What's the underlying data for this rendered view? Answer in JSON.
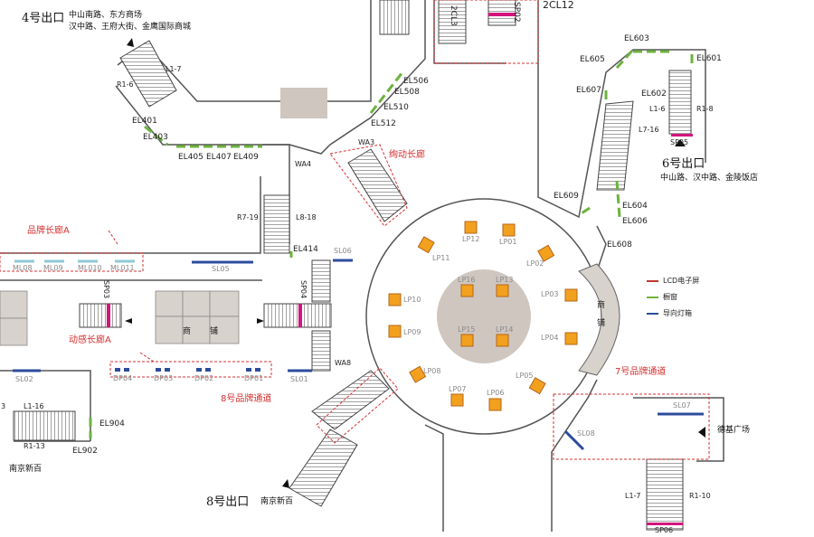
{
  "exits": {
    "exit4": {
      "name": "4号出口",
      "dest_line1": "中山南路、东方商场",
      "dest_line2": "汉中路、王府大街、金鹰国际商城"
    },
    "exit6": {
      "name": "6号出口",
      "dest": "中山路、汉中路、金陵饭店"
    },
    "exit8": {
      "name": "8号出口",
      "dest": "南京新百"
    }
  },
  "places": {
    "nanjing_xinbai_left": "南京新百",
    "deji_plaza": "德基广场",
    "top_2cl12": "2CL12",
    "top_sp02": "SP02",
    "top_cl3": "2CL3"
  },
  "corridors": {
    "brand_a": "品牌长廊A",
    "dynamic_a": "动感长廊A",
    "colorful": "绚动长廊",
    "brand_8": "8号品牌通道",
    "brand_7": "7号品牌通道"
  },
  "shop_chars": [
    "商",
    "铺"
  ],
  "east_shop_chars": [
    "商",
    "铺"
  ],
  "legend": [
    {
      "label": "LCD电子屏",
      "color": "#c0392b"
    },
    {
      "label": "橱窗",
      "color": "#6db33f"
    },
    {
      "label": "导向灯箱",
      "color": "#2c4c9c"
    }
  ],
  "elevator_labels": {
    "el401": "EL401",
    "el403": "EL403",
    "el405": "EL405",
    "el407": "EL407",
    "el409": "EL409",
    "el506": "EL506",
    "el508": "EL508",
    "el510": "EL510",
    "el512": "EL512",
    "el414": "EL414",
    "el601": "EL601",
    "el603": "EL603",
    "el605": "EL605",
    "el607": "EL607",
    "el602": "EL602",
    "el609": "EL609",
    "el604": "EL604",
    "el606": "EL606",
    "el608": "EL608",
    "el904": "EL904",
    "el902": "EL902"
  },
  "stair_labels": {
    "r1_6": "R1-6",
    "l1_7_top": "L1-7",
    "r7_19": "R7-19",
    "l8_18": "L8-18",
    "l1_6": "L1-6",
    "r1_8": "R1-8",
    "l7_16": "L7-16",
    "sp05": "SP05",
    "l1_16": "L1-16",
    "r1_13": "R1-13",
    "l1_7_bottom": "L1-7",
    "r1_10": "R1-10",
    "sp06": "SP06",
    "sp03": "SP03",
    "sp04": "SP04",
    "wa3": "WA3",
    "wa4": "WA4",
    "wa8": "WA8",
    "num3": "3"
  },
  "signs": {
    "sl01": "SL01",
    "sl02": "SL02",
    "sl05": "SL05",
    "sl06": "SL06",
    "sl07": "SL07",
    "sl08": "SL08"
  },
  "ml_labels": [
    "ML08",
    "ML09",
    "ML010",
    "ML011"
  ],
  "dp_labels": [
    "DP04",
    "DP03",
    "DP02",
    "DP01"
  ],
  "lp_labels": {
    "lp01": "LP01",
    "lp02": "LP02",
    "lp03": "LP03",
    "lp04": "LP04",
    "lp05": "LP05",
    "lp06": "LP06",
    "lp07": "LP07",
    "lp08": "LP08",
    "lp09": "LP09",
    "lp10": "LP10",
    "lp11": "LP11",
    "lp12": "LP12",
    "lp13": "LP13",
    "lp14": "LP14",
    "lp15": "LP15",
    "lp16": "LP16"
  },
  "colors": {
    "wall": "#555555",
    "escalator": "#444444",
    "lightbox": "#f2a11f",
    "plaza": "#cfc6c0",
    "shop": "#d8d2cc",
    "window": "#6db33f",
    "lcd": "#c0392b",
    "sign": "#2c4c9c",
    "ml": "#8fc9d4",
    "highlight": "#d4147d",
    "dashed": "#d63030"
  }
}
